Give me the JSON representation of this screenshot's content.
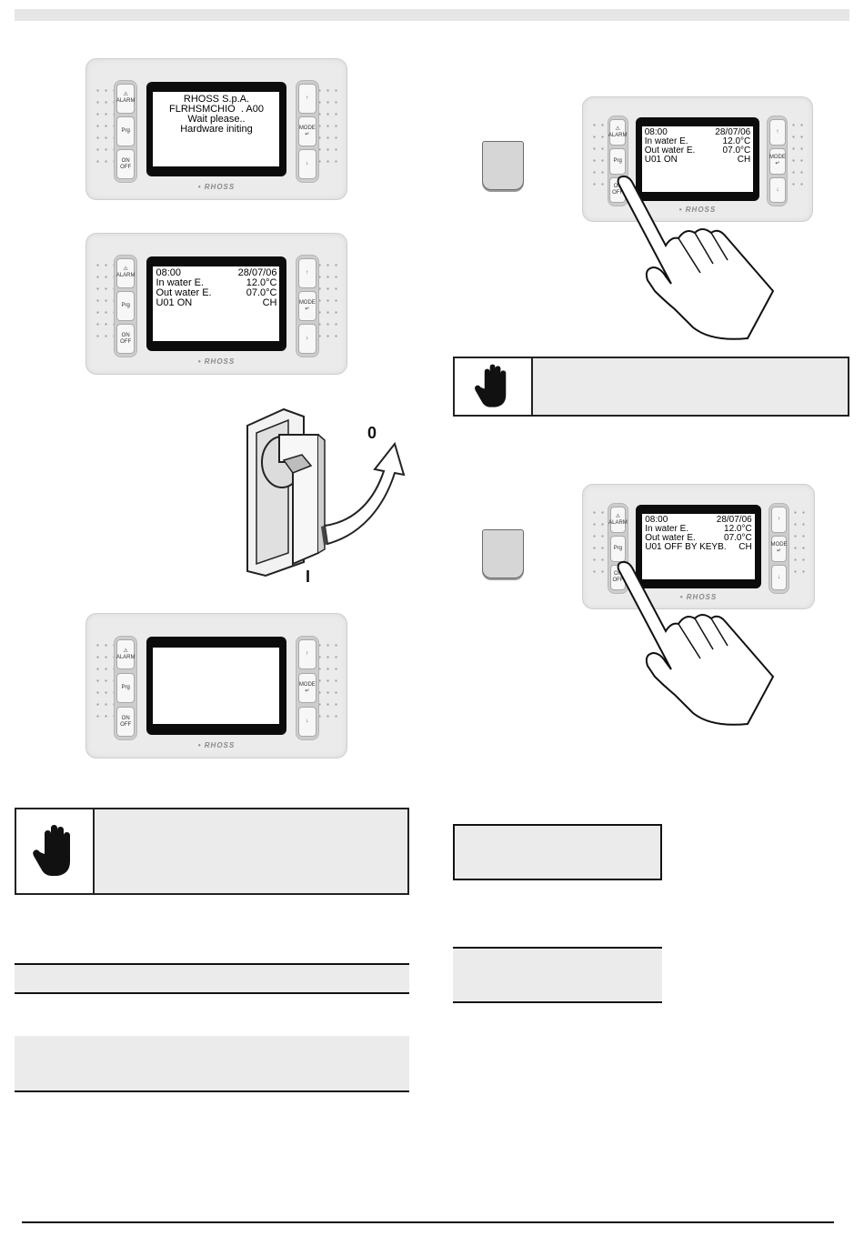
{
  "panel": {
    "alarm_label": "ALARM",
    "prg_label": "Prg",
    "onoff_label": "ON\nOFF",
    "up_label": "↑",
    "mode_label": "MODE\n↵",
    "down_label": "↓",
    "logo": "• RHOSS"
  },
  "screen_boot": {
    "line1": "RHOSS S.p.A.",
    "line2": "FLRHSMCHIO  . A00",
    "line3": "Wait please..",
    "line4": "Hardware initing"
  },
  "screen_status": {
    "time": "08:00",
    "date": "28/07/06",
    "in_label": "In water E.",
    "in_value": "12.0°C",
    "out_label": "Out water E.",
    "out_value": "07.0°C",
    "unit_status": "U01 ON",
    "mode": "CH"
  },
  "screen_off": {
    "unit_status": "U01 OFF BY KEYB.",
    "mode": "CH"
  },
  "switch": {
    "label_off": "0",
    "label_on": "I"
  }
}
